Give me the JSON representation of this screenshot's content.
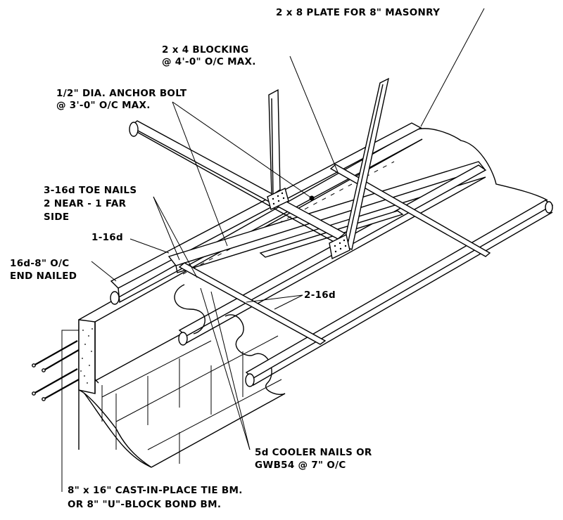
{
  "labels": {
    "plate": "2 x 8 PLATE FOR 8\" MASONRY",
    "blocking_l1": "2 x 4 BLOCKING",
    "blocking_l2": "@ 4'-0\" O/C MAX.",
    "anchor_l1": "1/2\" DIA. ANCHOR BOLT",
    "anchor_l2": "@ 3'-0\" O/C MAX.",
    "toe_l1": "3-16d TOE NAILS",
    "toe_l2": "2 NEAR - 1 FAR",
    "toe_l3": "SIDE",
    "one16d": "1-16d",
    "endnail_l1": "16d-8\" O/C",
    "endnail_l2": "END NAILED",
    "two16d": "2-16d",
    "cooler_l1": "5d COOLER NAILS OR",
    "cooler_l2": "GWB54 @ 7\" O/C",
    "beam_l1": "8\" x 16\" CAST-IN-PLACE TIE BM.",
    "beam_l2": "OR 8\" \"U\"-BLOCK BOND BM."
  },
  "colors": {
    "ink": "#000000",
    "background": "#ffffff"
  }
}
